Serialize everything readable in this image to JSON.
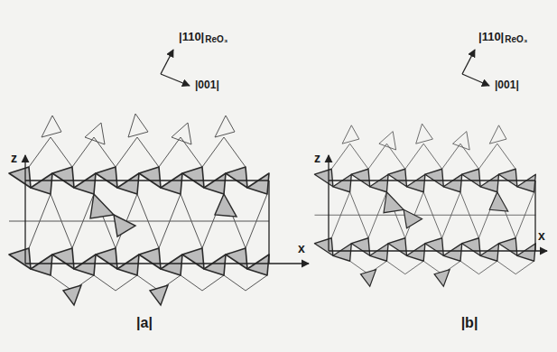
{
  "diagram": {
    "labels": [
      "|110|",
      "ReO₃",
      "|001|",
      "z",
      "x",
      "|a|",
      "|110|",
      "ReO₃",
      "|001|",
      "z",
      "x",
      "|b|"
    ]
  }
}
